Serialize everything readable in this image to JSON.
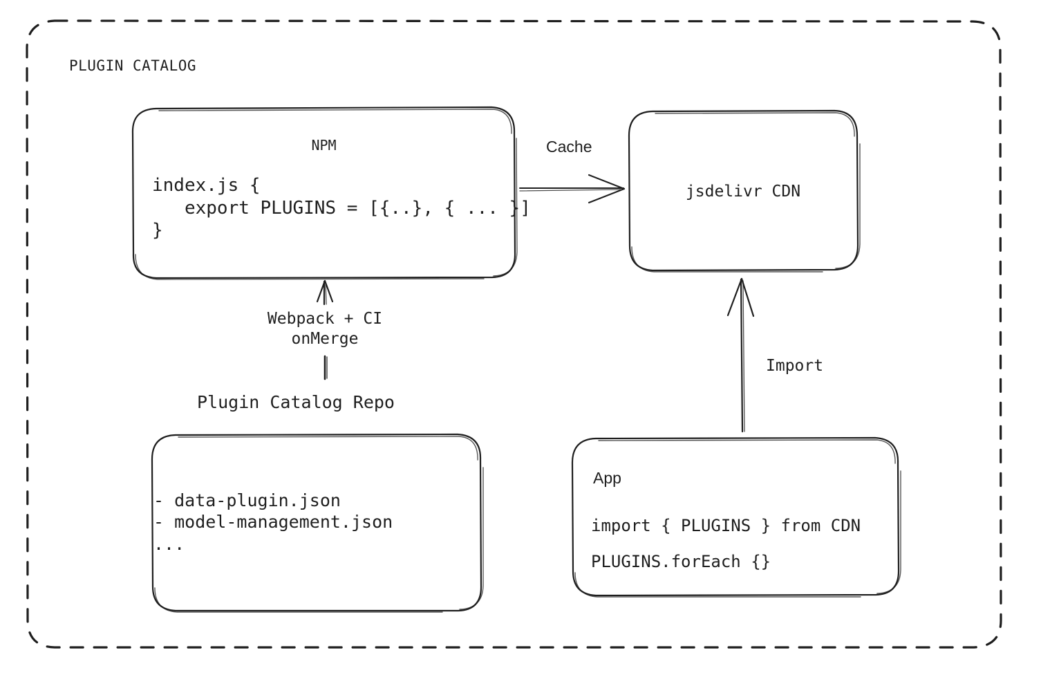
{
  "container": {
    "title": "PLUGIN CATALOG",
    "border_style": "dashed",
    "stroke_color": "#1e1e1e"
  },
  "nodes": {
    "npm": {
      "title": "NPM",
      "code_lines": [
        "index.js {",
        "   export PLUGINS = [{..}, { ... }]",
        "}"
      ],
      "code": "index.js {\n   export PLUGINS = [{..}, { ... }]\n}"
    },
    "cdn": {
      "title": "jsdelivr CDN"
    },
    "repo": {
      "label": "Plugin Catalog Repo",
      "items": [
        "- data-plugin.json",
        "- model-management.json",
        "..."
      ],
      "content": "- data-plugin.json\n- model-management.json\n..."
    },
    "app": {
      "title": "App",
      "code_lines": [
        "import { PLUGINS } from CDN",
        "PLUGINS.forEach {}"
      ],
      "code": "import { PLUGINS } from CDN\nPLUGINS.forEach {}"
    }
  },
  "edges": {
    "cache": {
      "label": "Cache",
      "from": "npm",
      "to": "cdn",
      "direction": "right"
    },
    "import": {
      "label": "Import",
      "from": "app",
      "to": "cdn",
      "direction": "up"
    },
    "build": {
      "label": "Webpack + CI\nonMerge",
      "label_line1": "Webpack + CI",
      "label_line2": "onMerge",
      "from": "repo",
      "to": "npm",
      "direction": "up"
    }
  }
}
